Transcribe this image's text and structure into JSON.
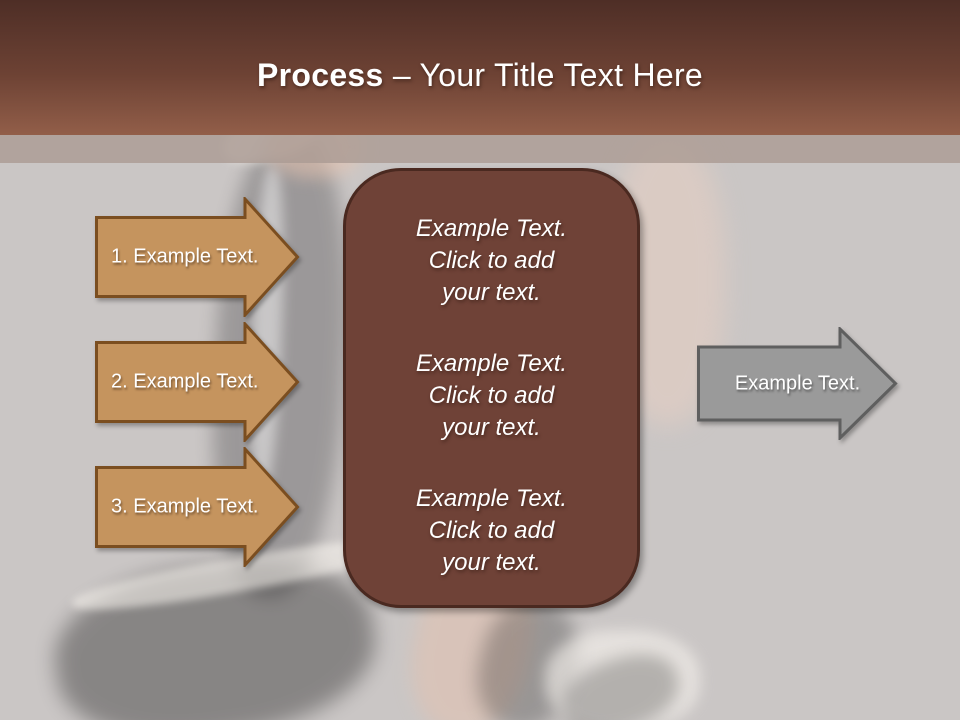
{
  "slide_title": {
    "keyword": "Process",
    "rest": " – Your Title Text Here"
  },
  "steps": [
    {
      "label": "1. Example Text."
    },
    {
      "label": "2. Example Text."
    },
    {
      "label": "3. Example Text."
    }
  ],
  "center_box": {
    "paragraphs": [
      "Example Text.\nClick  to add\nyour text.",
      "Example Text.\nClick  to add\nyour text.",
      "Example Text.\nClick  to add\nyour text."
    ]
  },
  "result_arrow": {
    "label": "Example Text."
  },
  "colors": {
    "header_top": "#4e2e26",
    "header_bottom": "#925e49",
    "band": "#ab9b94",
    "background": "#cac6c5",
    "step_arrow_fill": "#c5945e",
    "step_arrow_border": "#7b4e20",
    "box_fill": "#6f4237",
    "box_border": "#4a2920",
    "result_arrow_fill": "#9a9a9a",
    "result_arrow_border": "#5f5f5f",
    "text": "#ffffff"
  }
}
